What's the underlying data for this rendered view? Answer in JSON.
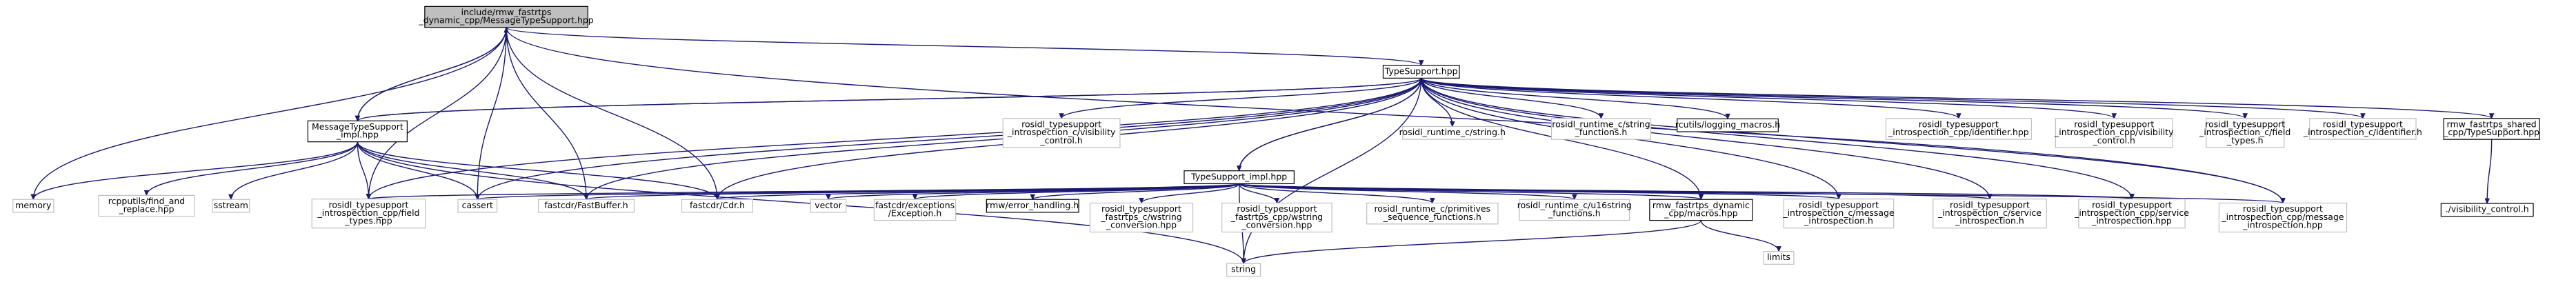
{
  "nodes": {
    "root": [
      "include/rmw_fastrtps",
      "_dynamic_cpp/MessageTypeSupport.hpp"
    ],
    "typesupport": [
      "TypeSupport.hpp"
    ],
    "msg_impl": [
      "MessageTypeSupport",
      "_impl.hpp"
    ],
    "ts_impl": [
      "TypeSupport_impl.hpp"
    ],
    "memory": [
      "memory"
    ],
    "find_replace": [
      "rcpputils/find_and",
      "_replace.hpp"
    ],
    "sstream": [
      "sstream"
    ],
    "cpp_field_types": [
      "rosidl_typesupport",
      "_introspection_cpp/field",
      "_types.hpp"
    ],
    "cassert": [
      "cassert"
    ],
    "fastbuffer": [
      "fastcdr/FastBuffer.h"
    ],
    "cdr": [
      "fastcdr/Cdr.h"
    ],
    "vector": [
      "vector"
    ],
    "exception": [
      "fastcdr/exceptions",
      "/Exception.h"
    ],
    "error_handling": [
      "rmw/error_handling.h"
    ],
    "cwstring": [
      "rosidl_typesupport",
      "_fastrtps_c/wstring",
      "_conversion.hpp"
    ],
    "cppwstring": [
      "rosidl_typesupport",
      "_fastrtps_cpp/wstring",
      "_conversion.hpp"
    ],
    "primitives": [
      "rosidl_runtime_c/primitives",
      "_sequence_functions.h"
    ],
    "u16string": [
      "rosidl_runtime_c/u16string",
      "_functions.h"
    ],
    "macros": [
      "rmw_fastrtps_dynamic",
      "_cpp/macros.hpp"
    ],
    "c_msg_intro": [
      "rosidl_typesupport",
      "_introspection_c/message",
      "_introspection.h"
    ],
    "c_srv_intro": [
      "rosidl_typesupport",
      "_introspection_c/service",
      "_introspection.h"
    ],
    "cpp_srv_intro": [
      "rosidl_typesupport",
      "_introspection_cpp/service",
      "_introspection.hpp"
    ],
    "cpp_msg_intro": [
      "rosidl_typesupport",
      "_introspection_cpp/message",
      "_introspection.hpp"
    ],
    "string": [
      "string"
    ],
    "limits": [
      "limits"
    ],
    "c_visibility": [
      "rosidl_typesupport",
      "_introspection_c/visibility",
      "_control.h"
    ],
    "c_string": [
      "rosidl_runtime_c/string.h"
    ],
    "c_string_functions": [
      "rosidl_runtime_c/string",
      "_functions.h"
    ],
    "logging": [
      "rcutils/logging_macros.h"
    ],
    "cpp_identifier": [
      "rosidl_typesupport",
      "_introspection_cpp/identifier.hpp"
    ],
    "cpp_visibility": [
      "rosidl_typesupport",
      "_introspection_cpp/visibility",
      "_control.h"
    ],
    "c_field_types": [
      "rosidl_typesupport",
      "_introspection_c/field",
      "_types.h"
    ],
    "c_identifier": [
      "rosidl_typesupport",
      "_introspection_c/identifier.h"
    ],
    "shared_ts": [
      "rmw_fastrtps_shared",
      "_cpp/TypeSupport.hpp"
    ],
    "vis_control": [
      "./visibility_control.h"
    ]
  },
  "colors": {
    "edge": "#191970",
    "highlight_fill": "#bfbfbf",
    "box_stroke": "#000000",
    "ghost_stroke": "#bfbfbf"
  }
}
